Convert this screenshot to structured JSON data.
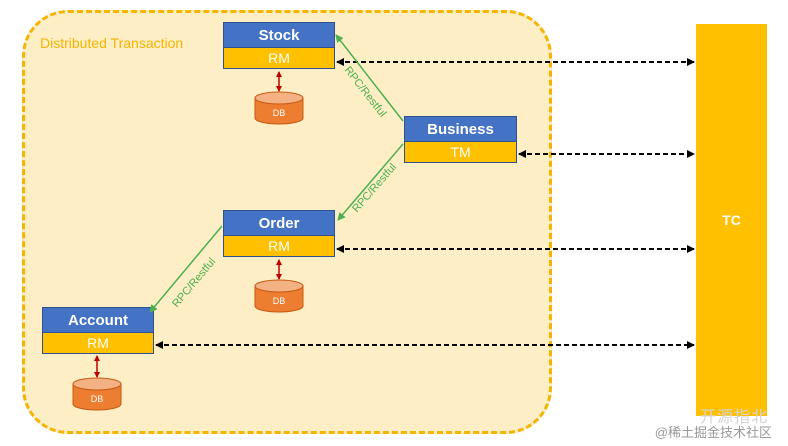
{
  "frame_label": "Distributed Transaction",
  "nodes": {
    "stock": {
      "title": "Stock",
      "role": "RM"
    },
    "business": {
      "title": "Business",
      "role": "TM"
    },
    "order": {
      "title": "Order",
      "role": "RM"
    },
    "account": {
      "title": "Account",
      "role": "RM"
    }
  },
  "db_label": "DB",
  "rpc_label": "RPC/Restful",
  "tc_label": "TC",
  "watermark": {
    "main": "开源指北",
    "sub": "@稀土掘金技术社区"
  },
  "colors": {
    "frame_fill": "#fdeec5",
    "frame_border": "#f5b400",
    "header_blue": "#4472c4",
    "role_yellow": "#ffc000",
    "db_orange": "#ed7d31",
    "arrow_green": "#4caf50",
    "arrow_red": "#c00000"
  }
}
